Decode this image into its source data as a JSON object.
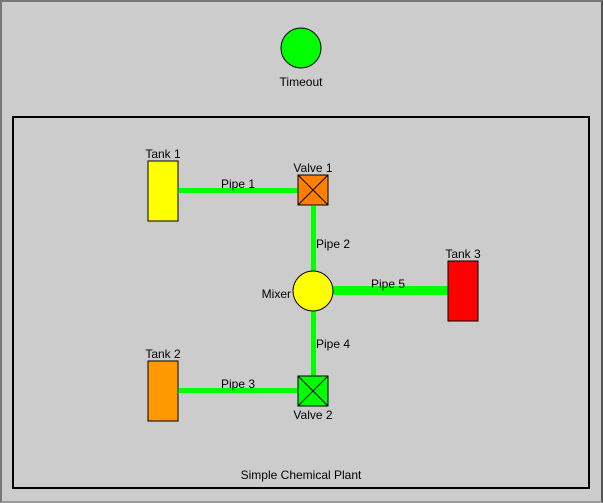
{
  "status_indicator": {
    "label": "Timeout",
    "color": "#00ff00"
  },
  "plant": {
    "title": "Simple Chemical Plant",
    "pipe_color": "#00ff00",
    "tanks": [
      {
        "label": "Tank 1",
        "color": "#ffff00"
      },
      {
        "label": "Tank 2",
        "color": "#ff9900"
      },
      {
        "label": "Tank 3",
        "color": "#ff0000"
      }
    ],
    "valves": [
      {
        "label": "Valve 1",
        "color": "#ff7f00"
      },
      {
        "label": "Valve 2",
        "color": "#00ff00"
      }
    ],
    "mixer": {
      "label": "Mixer",
      "color": "#ffff00"
    },
    "pipes": [
      {
        "label": "Pipe 1"
      },
      {
        "label": "Pipe 2"
      },
      {
        "label": "Pipe 3"
      },
      {
        "label": "Pipe 4"
      },
      {
        "label": "Pipe 5"
      }
    ]
  }
}
